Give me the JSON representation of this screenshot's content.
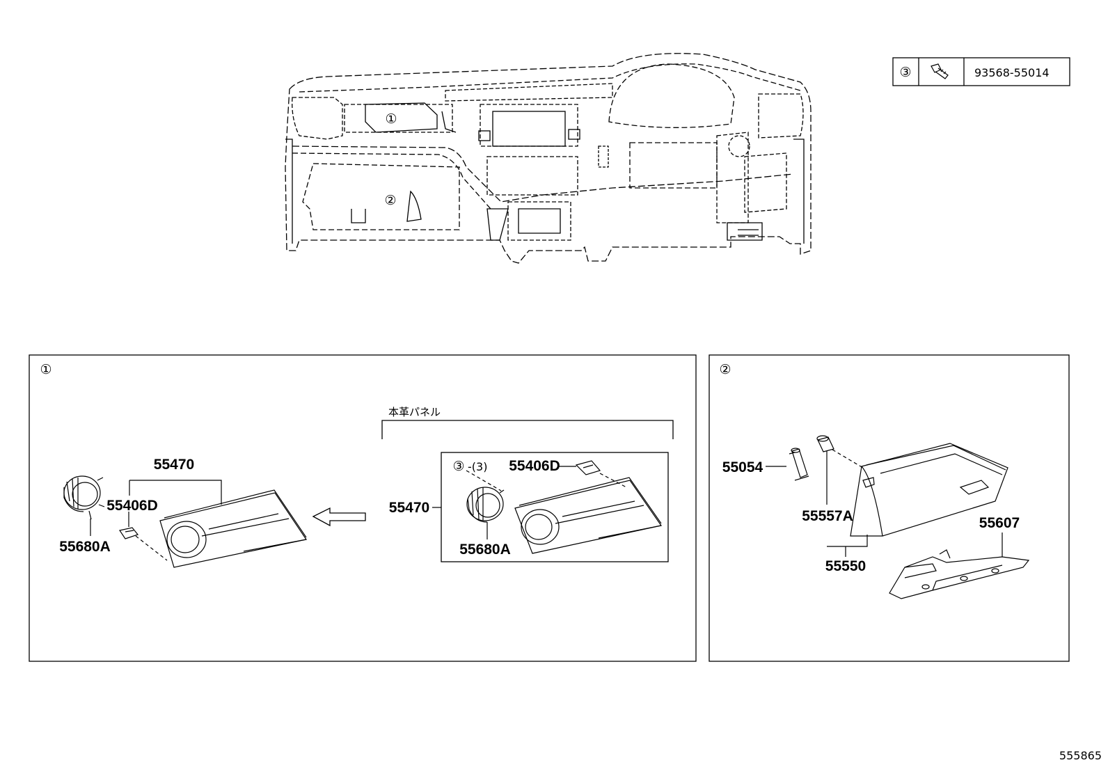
{
  "fastener_table": {
    "ref": "③",
    "part_no": "93568-55014"
  },
  "overview": {
    "callout_1": "①",
    "callout_2": "②"
  },
  "panel_1": {
    "ref": "①",
    "leather_panel_note": "本革パネル",
    "left_parts": {
      "panel_label": "55470",
      "clip_label": "55406D",
      "knob_label": "55680A"
    },
    "right_parts": {
      "panel_label": "55470",
      "clip_label": "55406D",
      "knob_label": "55680A",
      "screw_ref": "③",
      "screw_qty": "-(3)"
    }
  },
  "panel_2": {
    "ref": "②",
    "damper_label": "55054",
    "bumper_label": "55557A",
    "box_label": "55550",
    "door_label": "55607"
  },
  "figure_id": "555865"
}
